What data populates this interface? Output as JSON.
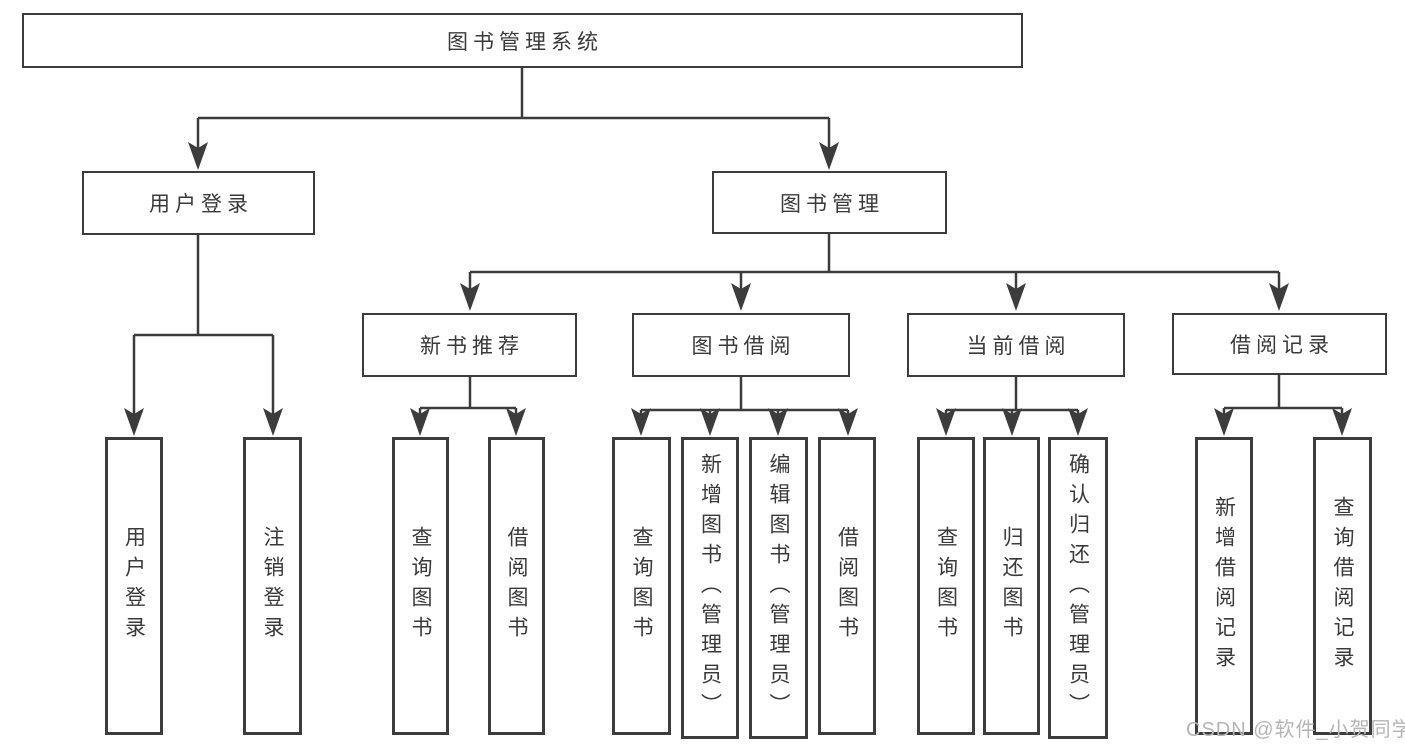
{
  "tree": {
    "root": "图书管理系统",
    "branches": {
      "user_login": {
        "label": "用户登录",
        "children": {
          "login": "用户登录",
          "logout": "注销登录"
        }
      },
      "book_mgmt": {
        "label": "图书管理",
        "children": {
          "new_book": {
            "label": "新书推荐",
            "children": {
              "query": "查询图书",
              "borrow": "借阅图书"
            }
          },
          "book_borrow": {
            "label": "图书借阅",
            "children": {
              "query": "查询图书",
              "add": "新增图书（管理员）",
              "edit": "编辑图书（管理员）",
              "borrow": "借阅图书"
            }
          },
          "current_borrow": {
            "label": "当前借阅",
            "children": {
              "query": "查询图书",
              "return": "归还图书",
              "confirm": "确认归还（管理员）"
            }
          },
          "borrow_records": {
            "label": "借阅记录",
            "children": {
              "add": "新增借阅记录",
              "query": "查询借阅记录"
            }
          }
        }
      }
    }
  },
  "watermark": "CSDN @软件_小贺同学",
  "colors": {
    "line": "#3c3c3c",
    "text": "#3a3a3a",
    "box_background": "#ffffff",
    "background": "#ffffff",
    "watermark": "#b5b5b5"
  }
}
